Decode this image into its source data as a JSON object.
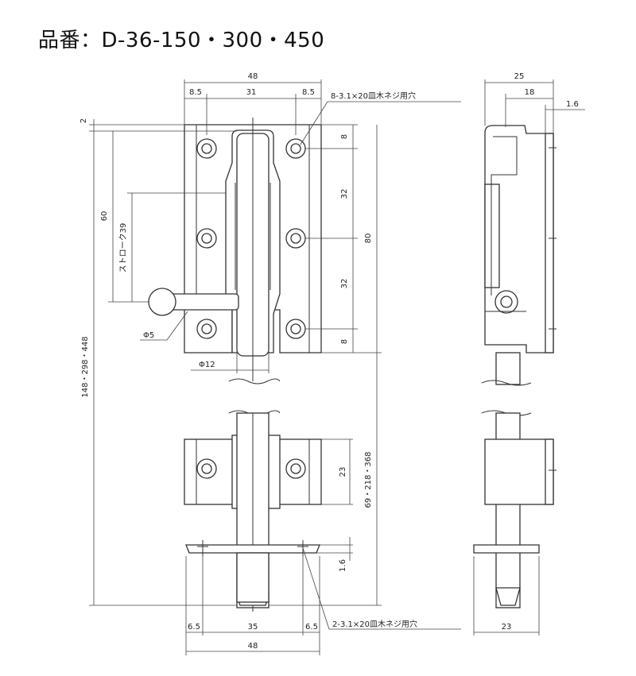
{
  "title": "品番：D-36-150・300・450",
  "dims": {
    "top_width": "48",
    "top_left_margin": "8.5",
    "top_center": "31",
    "top_right_margin": "8.5",
    "screw_note_top": "8-3.1×20皿木ネジ用穴",
    "side_width": "25",
    "side_inner": "18",
    "side_thickness": "1.6",
    "right_8_top": "8",
    "right_32_a": "32",
    "right_80": "80",
    "right_32_b": "32",
    "right_8_bottom": "8",
    "offset_2": "2",
    "left_60": "60",
    "stroke": "ストローク39",
    "overall_length": "148・298・448",
    "phi5": "Φ5",
    "phi12": "Φ12",
    "lower_23": "23",
    "lower_length": "69・218・368",
    "plate_thickness": "1.6",
    "bottom_left_margin": "6.5",
    "bottom_center": "35",
    "bottom_right_margin": "6.5",
    "screw_note_bottom": "2-3.1×20皿木ネジ用穴",
    "bottom_width": "48",
    "side_bottom_width": "23"
  },
  "icons": [
    "screw-hole-icon",
    "knob-icon"
  ]
}
